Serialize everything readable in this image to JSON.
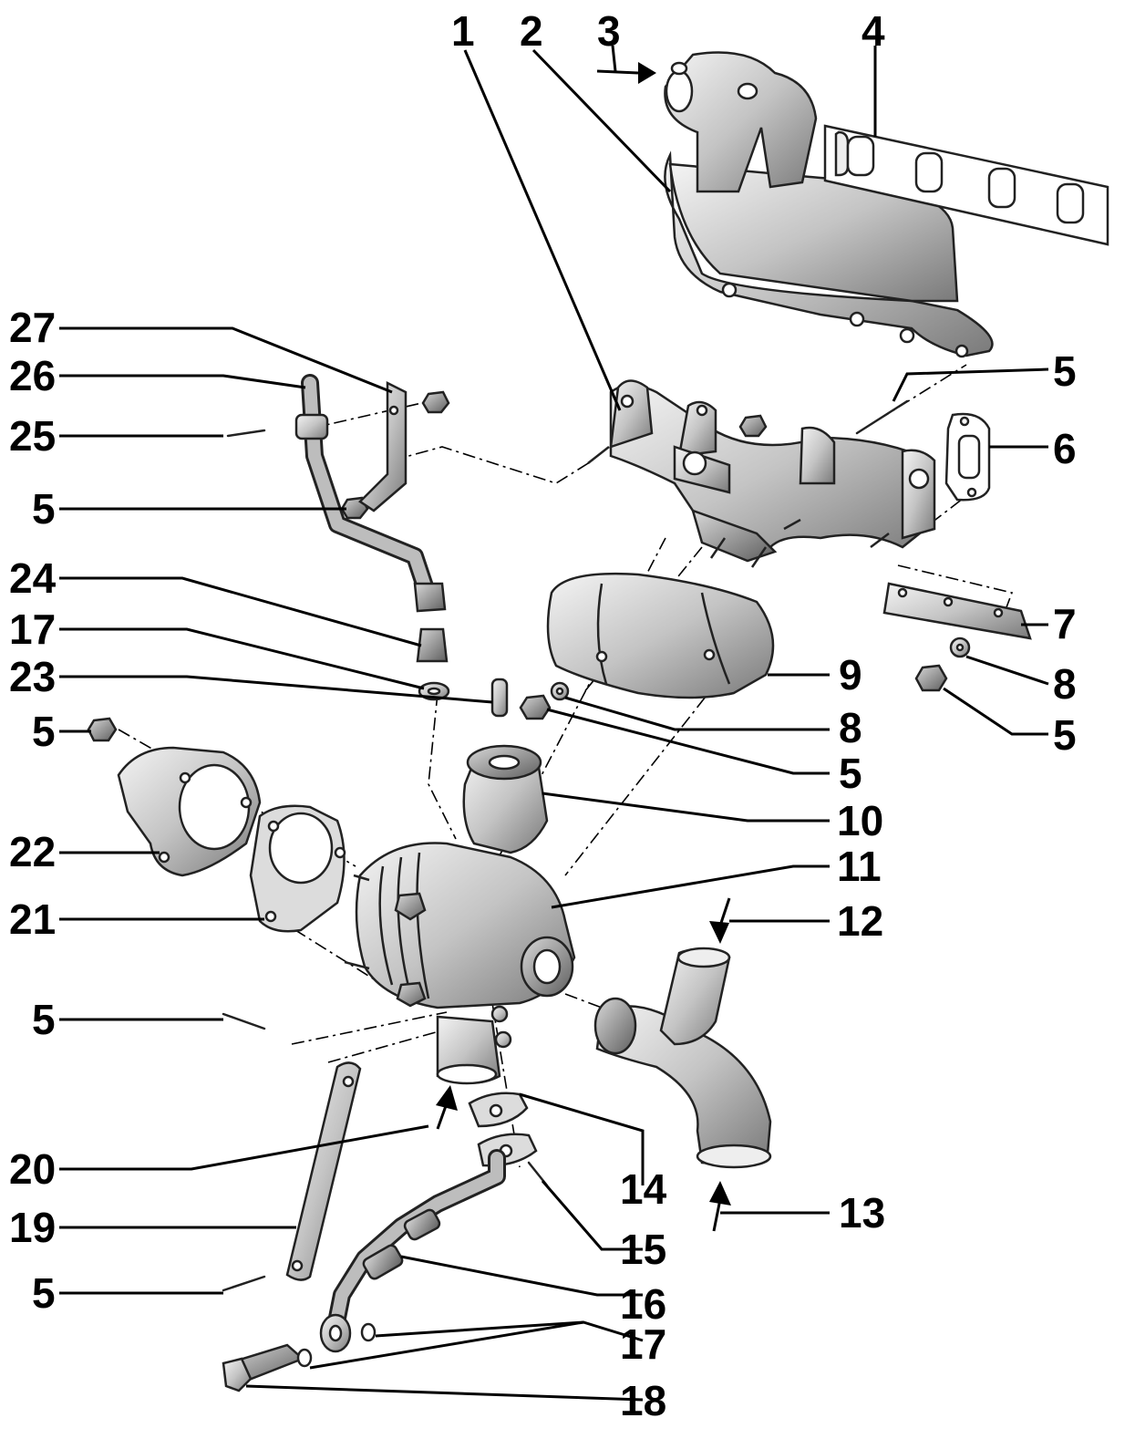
{
  "callouts": {
    "n1": "1",
    "n2": "2",
    "n3": "3",
    "n4": "4",
    "n5a": "5",
    "n6": "6",
    "n27": "27",
    "n26": "26",
    "n25": "25",
    "n5b": "5",
    "n24": "24",
    "n17a": "17",
    "n23": "23",
    "n5c": "5",
    "n7": "7",
    "n9": "9",
    "n8a": "8",
    "n8b": "8",
    "n5d": "5",
    "n5e": "5",
    "n10": "10",
    "n22": "22",
    "n11": "11",
    "n21": "21",
    "n12": "12",
    "n5f": "5",
    "n20": "20",
    "n14": "14",
    "n13": "13",
    "n19": "19",
    "n15": "15",
    "n5g": "5",
    "n16": "16",
    "n17b": "17",
    "n18": "18"
  },
  "colors": {
    "metal_light": "#f2f2f2",
    "metal_mid": "#b8b8b8",
    "metal_dark": "#6e6e6e",
    "line": "#000000"
  }
}
